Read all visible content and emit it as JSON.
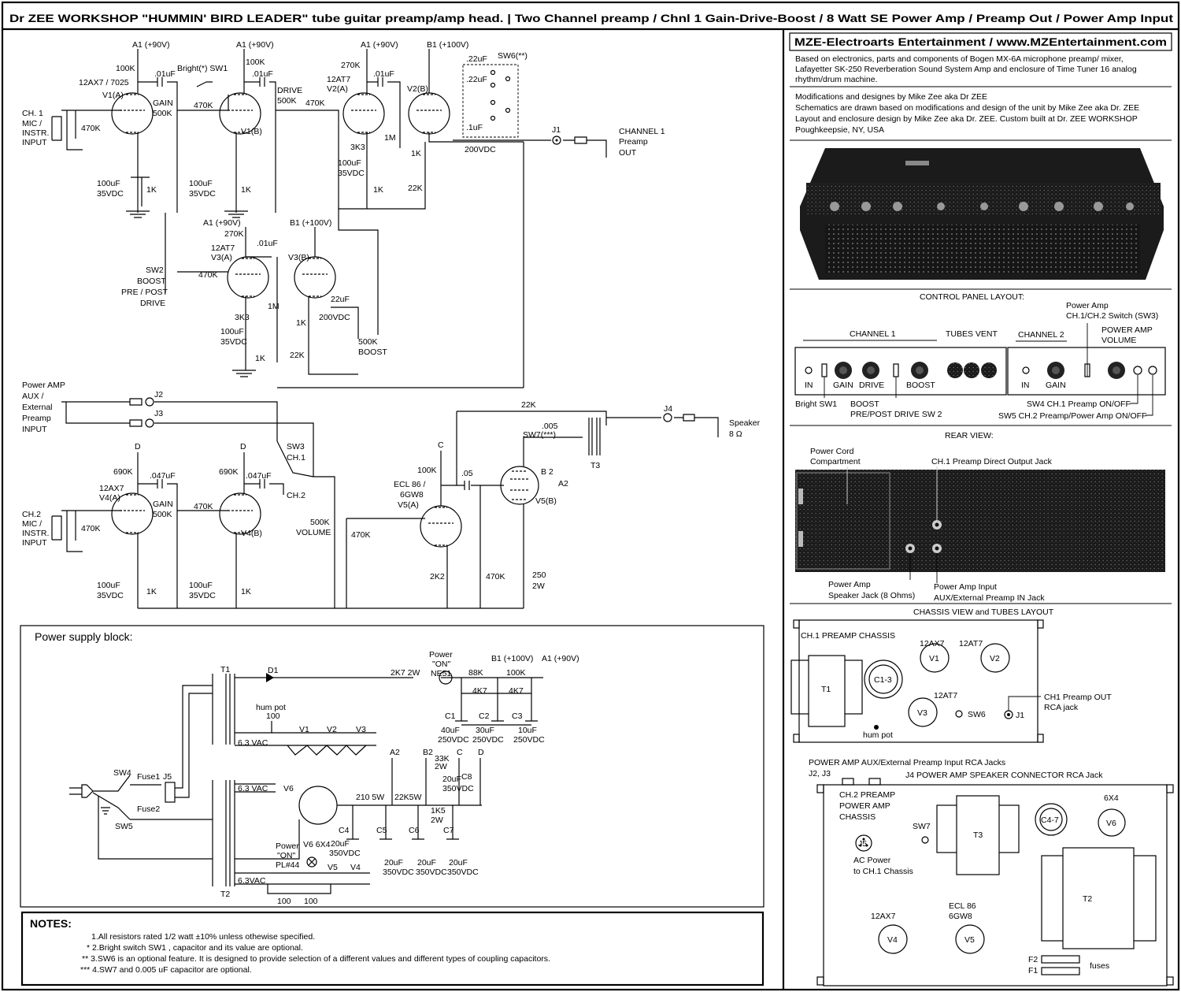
{
  "header": {
    "title": "Dr ZEE WORKSHOP \"HUMMIN' BIRD LEADER\" tube guitar preamp/amp head.   |   Two Channel preamp / Chnl 1 Gain-Drive-Boost / 8 Watt SE Power Amp / Preamp Out / Power Amp Input"
  },
  "info": {
    "company": "MZE-Electroarts Entertainment / www.MZEntertainment.com",
    "based_on": [
      "Based on electronics, parts and components of Bogen MX-6A microphone preamp/ mixer,",
      "Lafayetter SK-250 Reverberation Sound System Amp and enclosure of  Time Tuner 16 analog",
      "rhythm/drum machine."
    ],
    "credits": [
      "Modifications and designes by Mike Zee aka Dr ZEE",
      "Schematics are drawn based on modifications and design of the unit by Mike Zee aka Dr. ZEE",
      "Layout and enclosure design by Mike Zee aka Dr. ZEE. Custom built at Dr. ZEE WORKSHOP",
      "Poughkeepsie, NY, USA"
    ]
  },
  "control_panel": {
    "title": "CONTROL PANEL LAYOUT:",
    "channel1": "CHANNEL 1",
    "tubes_vent": "TUBES VENT",
    "channel2": "CHANNEL 2",
    "power_amp_switch": [
      "Power Amp",
      "CH.1/CH.2 Switch (SW3)"
    ],
    "power_amp_volume": [
      "POWER AMP",
      "VOLUME"
    ],
    "in1": "IN",
    "gain1": "GAIN",
    "drive": "DRIVE",
    "boost": "BOOST",
    "in2": "IN",
    "gain2": "GAIN",
    "bright": "Bright SW1",
    "boost_switch": [
      "BOOST",
      "PRE/POST DRIVE SW 2"
    ],
    "sw4": "SW4 CH.1 Preamp ON/OFF",
    "sw5": "SW5 CH.2 Preamp/Power Amp ON/OFF"
  },
  "rear_view": {
    "title": "REAR VIEW:",
    "cord": [
      "Power Cord",
      "Compartment"
    ],
    "direct_out": "CH.1 Preamp Direct Output Jack",
    "speaker_jack": [
      "Power Amp",
      "Speaker Jack (8 Ohms)"
    ],
    "amp_input": [
      "Power Amp Input",
      "AUX/External Preamp IN Jack"
    ]
  },
  "chassis": {
    "title": "CHASSIS VIEW and TUBES LAYOUT",
    "ch1": "CH.1 PREAMP CHASSIS",
    "ch2": [
      "CH.2 PREAMP",
      "POWER AMP",
      "CHASSIS"
    ],
    "t1": "T1",
    "c13": "C1-3",
    "v1": "V1",
    "v2": "V2",
    "v3": "V3",
    "t12ax7": "12AX7",
    "t12at7a": "12AT7",
    "t12at7b": "12AT7",
    "sw6": "SW6",
    "j1": "J1",
    "ch1_out": [
      "CH1 Preamp OUT",
      "RCA jack"
    ],
    "hum_pot": "hum pot",
    "aux_jacks": [
      "POWER AMP AUX/External Preamp Input RCA Jacks",
      "J2, J3"
    ],
    "j4_label": "J4 POWER AMP SPEAKER CONNECTOR RCA Jack",
    "t3": "T3",
    "c47": "C4-7",
    "tube_6x4": "6X4",
    "v6": "V6",
    "j5": "J5",
    "ac_power": [
      "AC Power",
      "to CH.1 Chassis"
    ],
    "sw7": "SW7",
    "t2": "T2",
    "tube_12ax7": "12AX7",
    "v4": "V4",
    "ecl86": [
      "ECL 86",
      "6GW8"
    ],
    "v5": "V5",
    "f2": "F2",
    "f1": "F1",
    "fuses": "fuses"
  },
  "schematic": {
    "ch1_input": [
      "CH. 1",
      "MIC /",
      "INSTR.",
      "INPUT"
    ],
    "ch2_input": [
      "CH.2",
      "MIC /",
      "INSTR.",
      "INPUT"
    ],
    "j1_out": [
      "CHANNEL 1",
      "Preamp",
      "OUT"
    ],
    "aux_in": [
      "Power AMP",
      "AUX /",
      "External",
      "Preamp",
      "INPUT"
    ],
    "speaker": [
      "Speaker",
      "8 Ω"
    ],
    "sw2": [
      "SW2",
      "BOOST",
      "PRE / POST",
      "DRIVE"
    ],
    "sw3": [
      "SW3",
      "CH.1"
    ],
    "ch2_tag": "CH.2",
    "volume": [
      "500K",
      "VOLUME"
    ],
    "boost_pot": [
      "500K",
      "BOOST"
    ],
    "gain1": [
      "GAIN",
      "500K"
    ],
    "gain2": [
      "GAIN",
      "500K"
    ],
    "drive": [
      "DRIVE",
      "500K"
    ],
    "bright": "Bright(*) SW1",
    "sw6": "SW6(**)",
    "sw7": "SW7(***)",
    "ecl": [
      "ECL 86 /",
      "6GW8",
      "V5(A)"
    ],
    "v5b": "V5(B)",
    "a1": "A1 (+90V)",
    "b1": "B1 (+100V)",
    "labels": {
      "r100k": "100K",
      "r470k": "470K",
      "r1k": "1K",
      "r270k": "270K",
      "r3k3": "3K3",
      "r1m": "1M",
      "r22k": "22K",
      "r690k": "690K",
      "r2k2": "2K2",
      "r250": "250",
      "r2w": "2W",
      "c01": ".01uF",
      "c047": ".047uF",
      "c22": ".22uF",
      "c1": ".1uF",
      "c22u": "22uF",
      "c05": ".05",
      "c005": ".005",
      "v200": "200VDC",
      "c100u": "100uF",
      "v35": "35VDC",
      "t12ax7": "12AX7 / 7025",
      "t12at7": "12AT7",
      "t12ax7b": "12AX7",
      "v1a": "V1(A)",
      "v1b": "V1(B)",
      "v2a": "V2(A)",
      "v2b": "V2(B)",
      "v3a": "V3(A)",
      "v3b": "V3(B)",
      "v4a": "V4(A)",
      "v4b": "V4(B)",
      "j1": "J1",
      "j2": "J2",
      "j3": "J3",
      "j4": "J4",
      "t3": "T3",
      "a2": "A2",
      "b2": "B 2",
      "c": "C",
      "d": "D"
    }
  },
  "power_supply": {
    "title": "Power supply block:",
    "labels": {
      "t1": "T1",
      "t2": "T2",
      "d1": "D1",
      "r2k7": "2K7 2W",
      "neon": [
        "Power",
        "\"ON\"",
        "NE51"
      ],
      "r88k": "88K",
      "r100k": "100K",
      "r4k7a": "4K7",
      "r4k7b": "4K7",
      "b1": "B1 (+100V)",
      "a1": "A1 (+90V)",
      "c1": "C1",
      "c2": "C2",
      "c3": "C3",
      "c1v": [
        "40uF",
        "250VDC"
      ],
      "c2v": [
        "30uF",
        "250VDC"
      ],
      "c3v": [
        "10uF",
        "250VDC"
      ],
      "hum": [
        "hum pot",
        "100"
      ],
      "vac63a": "6.3 VAC",
      "vac63b": "6.3 VAC",
      "vac63c": "6.3VAC",
      "v1": "V1",
      "v2": "V2",
      "v3": "V3",
      "v6": "V6",
      "v6tube": "V6 6X4",
      "sw4": "SW4",
      "sw5": "SW5",
      "fuse1": "Fuse1",
      "fuse2": "Fuse2",
      "j5": "J5",
      "r210": "210 5W",
      "r22k5": "22K5W",
      "r33k": [
        "33K",
        "2W"
      ],
      "r1k5": [
        "1K5",
        "2W"
      ],
      "a2": "A2",
      "b2": "B2",
      "c": "C",
      "d": "D",
      "c4": "C4",
      "c5": "C5",
      "c6": "C6",
      "c7": "C7",
      "c8": "C8",
      "c20": [
        "20uF",
        "350VDC"
      ],
      "lamp": [
        "Power",
        "\"ON\"",
        "PL#44"
      ],
      "v5": "V5",
      "v4": "V4",
      "r100a": "100",
      "r100b": "100"
    }
  },
  "notes": {
    "title": "NOTES:",
    "items": [
      "1.All resistors rated 1/2 watt  ±10% unless othewise specified.",
      "* 2.Bright switch SW1 , capacitor and its value are optional.",
      "** 3.SW6 is an optional feature. It is designed to provide selection of a different values and different types of coupling capacitors.",
      "*** 4.SW7 and 0.005 uF capacitor are optional."
    ]
  }
}
